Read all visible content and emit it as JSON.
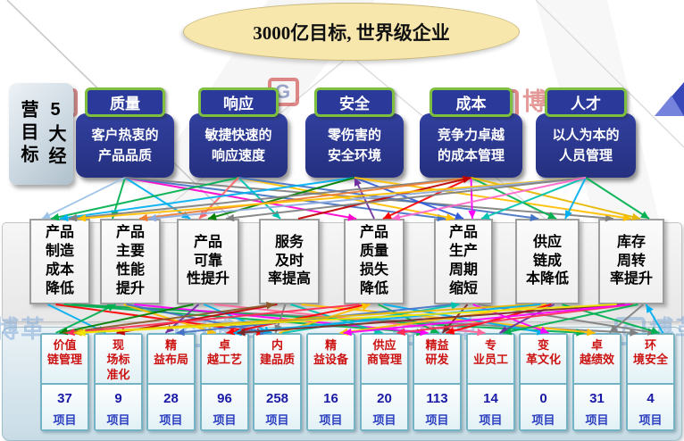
{
  "title": "3000亿目标, 世界级企业",
  "goal_group_label": "5大经\n营目标",
  "goals": [
    {
      "name": "质量",
      "desc": "客户热衷的\n产品品质"
    },
    {
      "name": "响应",
      "desc": "敏捷快速的\n响应速度"
    },
    {
      "name": "安全",
      "desc": "零伤害的\n安全环境"
    },
    {
      "name": "成本",
      "desc": "竞争力卓越\n的成本管理"
    },
    {
      "name": "人才",
      "desc": "以人为本的\n人员管理"
    }
  ],
  "metrics": [
    "产品\n制造\n成本\n降低",
    "产品\n主要\n性能\n提升",
    "产品\n可靠\n性提升",
    "服务\n及时\n率提高",
    "产品\n质量\n损失\n降低",
    "产品\n生产\n周期\n缩短",
    "供应\n链成\n本降低",
    "库存\n周转\n率提升"
  ],
  "initiatives": [
    {
      "label": "价值\n链管理",
      "count": "37",
      "unit": "项目"
    },
    {
      "label": "现\n场标\n准化",
      "count": "9",
      "unit": "项目"
    },
    {
      "label": "精\n益布局",
      "count": "28",
      "unit": "项目"
    },
    {
      "label": "卓\n越工艺",
      "count": "96",
      "unit": "项目"
    },
    {
      "label": "内\n建品质",
      "count": "258",
      "unit": "项目"
    },
    {
      "label": "精\n益设备",
      "count": "16",
      "unit": "项目"
    },
    {
      "label": "供应\n商管理",
      "count": "20",
      "unit": "项目"
    },
    {
      "label": "精益\n研发",
      "count": "113",
      "unit": "项目"
    },
    {
      "label": "专\n业员工",
      "count": "14",
      "unit": "项目"
    },
    {
      "label": "变\n革文化",
      "count": "0",
      "unit": "项目"
    },
    {
      "label": "卓\n越绩效",
      "count": "31",
      "unit": "项目"
    },
    {
      "label": "环\n境安全",
      "count": "4",
      "unit": "项目"
    }
  ],
  "watermark": {
    "logo": "G",
    "brand": "博革"
  },
  "colors": {
    "goal_box": "#2B3A9A",
    "goal_border": "#7FBF3F",
    "ellipse": "#F7E7AC",
    "initiative_label": "#CC1111",
    "initiative_count": "#1A1AA6"
  },
  "links": {
    "upper": [
      {
        "from": 0,
        "to": 2,
        "c": "#00B050"
      },
      {
        "from": 0,
        "to": 3,
        "c": "#00B0F0"
      },
      {
        "from": 0,
        "to": 1,
        "c": "#9DC3E6"
      },
      {
        "from": 0,
        "to": 5,
        "c": "#FF00CC"
      },
      {
        "from": 0,
        "to": 6,
        "c": "#4472C4"
      },
      {
        "from": 0,
        "to": 8,
        "c": "#808080"
      },
      {
        "from": 1,
        "to": 1,
        "c": "#00B050"
      },
      {
        "from": 1,
        "to": 4,
        "c": "#00C3B0"
      },
      {
        "from": 1,
        "to": 6,
        "c": "#FFC000"
      },
      {
        "from": 1,
        "to": 7,
        "c": "#4472C4"
      },
      {
        "from": 1,
        "to": 3,
        "c": "#FF6666"
      },
      {
        "from": 2,
        "to": 1,
        "c": "#00B0F0"
      },
      {
        "from": 2,
        "to": 3,
        "c": "#008000"
      },
      {
        "from": 2,
        "to": 5,
        "c": "#7030A0",
        "head": "a"
      },
      {
        "from": 2,
        "to": 6,
        "c": "#2E5AD8"
      },
      {
        "from": 2,
        "to": 8,
        "c": "#FFC000"
      },
      {
        "from": 3,
        "to": 1,
        "c": "#808080"
      },
      {
        "from": 3,
        "to": 2,
        "c": "#ED7D31"
      },
      {
        "from": 3,
        "to": 5,
        "c": "#FF0000"
      },
      {
        "from": 3,
        "to": 6,
        "c": "#FF00FF"
      },
      {
        "from": 3,
        "to": 7,
        "c": "#00B050"
      },
      {
        "from": 3,
        "to": 8,
        "c": "#E6B800"
      },
      {
        "from": 3,
        "to": 4,
        "c": "#C00000",
        "head": "a"
      },
      {
        "from": 4,
        "to": 1,
        "c": "#FFC000"
      },
      {
        "from": 4,
        "to": 2,
        "c": "#8FAADC"
      },
      {
        "from": 4,
        "to": 3,
        "c": "#7F7F7F"
      },
      {
        "from": 4,
        "to": 6,
        "c": "#00C3B0"
      },
      {
        "from": 4,
        "to": 7,
        "c": "#00B0F0"
      },
      {
        "from": 4,
        "to": 8,
        "c": "#00B050"
      },
      {
        "from": 4,
        "to": 5,
        "c": "#FF66CC"
      }
    ],
    "lower": [
      {
        "a": 1,
        "b": 5,
        "c": "#FF0000"
      },
      {
        "a": 1,
        "b": 8,
        "c": "#00B050"
      },
      {
        "a": 1,
        "b": 12,
        "c": "#808080"
      },
      {
        "a": 1,
        "b": 2,
        "c": "#00B0F0"
      },
      {
        "a": 1,
        "b": 11,
        "c": "#00B050"
      },
      {
        "a": 2,
        "b": 4,
        "c": "#FFC000"
      },
      {
        "a": 2,
        "b": 8,
        "c": "#FF00FF"
      },
      {
        "a": 2,
        "b": 1,
        "c": "#00B050",
        "head": "a"
      },
      {
        "a": 2,
        "b": 5,
        "c": "#4472C4"
      },
      {
        "a": 3,
        "b": 1,
        "c": "#008000"
      },
      {
        "a": 3,
        "b": 5,
        "c": "#00B0F0"
      },
      {
        "a": 3,
        "b": 9,
        "c": "#FF6699"
      },
      {
        "a": 3,
        "b": 3,
        "c": "#7030A0"
      },
      {
        "a": 4,
        "b": 2,
        "c": "#C00000"
      },
      {
        "a": 4,
        "b": 7,
        "c": "#00C3B0"
      },
      {
        "a": 4,
        "b": 11,
        "c": "#FFC000"
      },
      {
        "a": 4,
        "b": 1,
        "c": "#8B5A2B",
        "head": "a"
      },
      {
        "a": 4,
        "b": 5,
        "c": "#808080"
      },
      {
        "a": 5,
        "b": 4,
        "c": "#FF0000"
      },
      {
        "a": 5,
        "b": 5,
        "c": "#FFC000",
        "head": "a"
      },
      {
        "a": 5,
        "b": 1,
        "c": "#FF2D55"
      },
      {
        "a": 5,
        "b": 8,
        "c": "#00B050"
      },
      {
        "a": 5,
        "b": 10,
        "c": "#00B0F0"
      },
      {
        "a": 6,
        "b": 3,
        "c": "#4472C4"
      },
      {
        "a": 6,
        "b": 8,
        "c": "#7B2927"
      },
      {
        "a": 6,
        "b": 10,
        "c": "#FF00FF"
      },
      {
        "a": 6,
        "b": 5,
        "c": "#00C3B0",
        "head": "a"
      },
      {
        "a": 6,
        "b": 12,
        "c": "#808080"
      },
      {
        "a": 7,
        "b": 6,
        "c": "#FFC000"
      },
      {
        "a": 7,
        "b": 1,
        "c": "#E6B800"
      },
      {
        "a": 7,
        "b": 12,
        "c": "#00B050"
      },
      {
        "a": 7,
        "b": 8,
        "c": "#FF0000"
      },
      {
        "a": 7,
        "b": 4,
        "c": "#00B0F0"
      },
      {
        "a": 7,
        "b": 9,
        "c": "#7030A0"
      },
      {
        "a": 8,
        "b": 7,
        "c": "#FF2D55"
      },
      {
        "a": 8,
        "b": 11,
        "c": "#808080"
      },
      {
        "a": 8,
        "b": 4,
        "c": "#7B2927"
      },
      {
        "a": 8,
        "b": 9,
        "c": "#00B050"
      },
      {
        "a": 8,
        "b": 12,
        "c": "#00B0F0",
        "head": "a"
      },
      {
        "a": 8,
        "b": 6,
        "c": "#FF00FF"
      },
      {
        "a": 8,
        "b": 1,
        "c": "#F2E500"
      }
    ]
  }
}
